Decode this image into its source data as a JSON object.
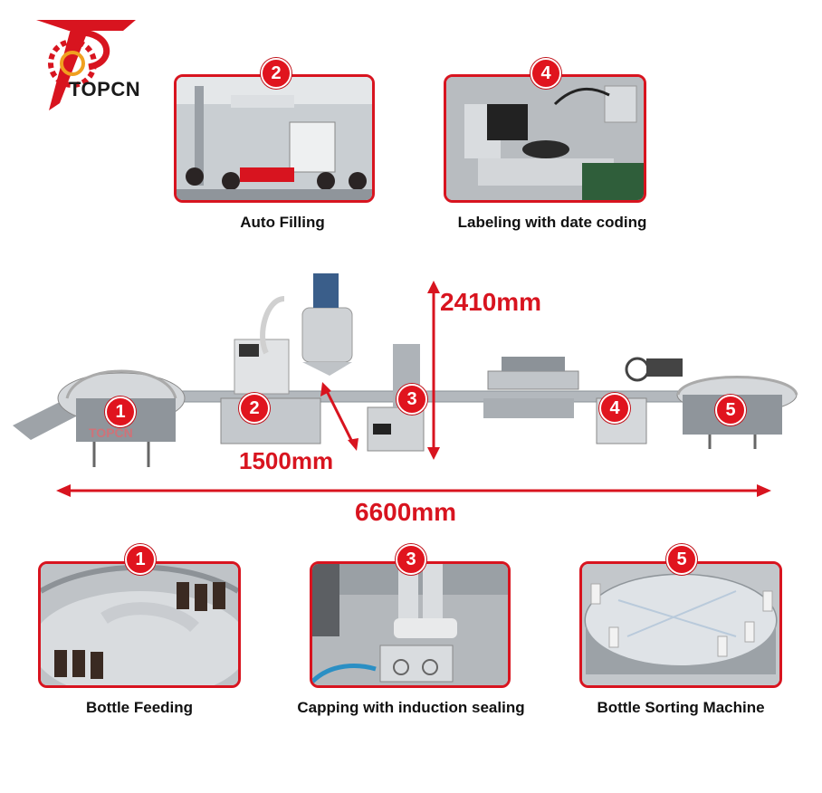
{
  "brand": {
    "name": "TOPCN"
  },
  "colors": {
    "accent": "#d8141f",
    "steel": "#b9bec3",
    "dark": "#2b2b2b"
  },
  "steps": [
    {
      "number": "1",
      "caption": "Bottle Feeding"
    },
    {
      "number": "2",
      "caption": "Auto Filling"
    },
    {
      "number": "3",
      "caption": "Capping with induction sealing"
    },
    {
      "number": "4",
      "caption": "Labeling with date coding"
    },
    {
      "number": "5",
      "caption": "Bottle Sorting Machine"
    }
  ],
  "dimensions": {
    "height": "2410mm",
    "width": "1500mm",
    "length": "6600mm"
  },
  "machine_labels": [
    "1",
    "2",
    "3",
    "4",
    "5"
  ],
  "watermark": "TOPCN"
}
